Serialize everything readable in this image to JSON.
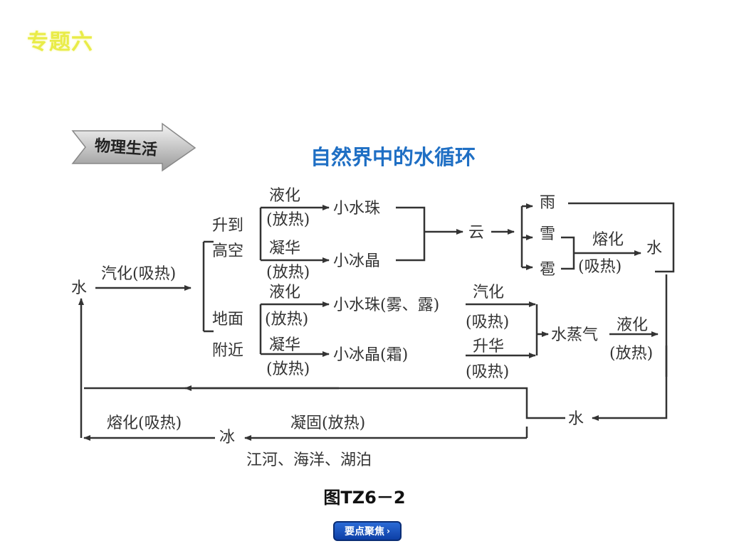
{
  "header": {
    "tag": "专题六"
  },
  "badge": {
    "label": "物理生活"
  },
  "diagram": {
    "title": "自然界中的水循环",
    "caption": "图TZ6－2",
    "nodes": {
      "water_start": "水",
      "evaporation": "汽化(吸热)",
      "rise_high_1": "升到",
      "rise_high_2": "高空",
      "near_ground_1": "地面",
      "near_ground_2": "附近",
      "liquefy_label": "液化",
      "release_heat": "(放热)",
      "desublimate_label": "凝华",
      "droplets": "小水珠",
      "ice_crystals": "小冰晶",
      "cloud": "云",
      "rain": "雨",
      "snow": "雪",
      "hail": "雹",
      "melt_label": "熔化",
      "absorb_heat": "(吸热)",
      "water_right": "水",
      "droplets_fog_dew": "小水珠(雾、露)",
      "ice_crystals_frost": "小冰晶(霜)",
      "vaporize_label": "汽化",
      "sublimate_label": "升华",
      "water_vapor": "水蒸气",
      "water_bottom": "水",
      "freeze_label": "凝固(放热)",
      "ice": "冰",
      "melt_absorb": "熔化(吸热)",
      "bodies_of_water": "江河、海洋、湖泊"
    }
  },
  "nav": {
    "focus_button": "要点聚焦"
  },
  "colors": {
    "header": "#e9ec48",
    "title": "#1f6fc4",
    "line": "#333333",
    "button": "#1a52c0"
  }
}
